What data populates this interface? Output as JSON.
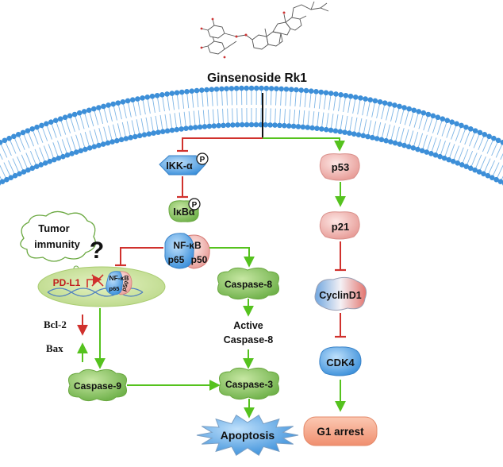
{
  "compound": {
    "name": "Ginsenoside Rk1"
  },
  "nodes": {
    "ikk": "IKK-α",
    "ikb": "IκBα",
    "nfkb_top": "NF-κB",
    "p65": "p65",
    "p50": "p50",
    "nfkb_small": "NF-κB",
    "p65_small": "p65",
    "p50_small": "p50",
    "pdl1": "PD-L1",
    "tumor_line1": "Tumor",
    "tumor_line2": "immunity",
    "question": "?",
    "bcl2": "Bcl-2",
    "bax": "Bax",
    "caspase8": "Caspase-8",
    "active_line1": "Active",
    "active_line2": "Caspase-8",
    "caspase9": "Caspase-9",
    "caspase3": "Caspase-3",
    "apoptosis": "Apoptosis",
    "p53": "p53",
    "p21": "p21",
    "cyclind1": "CyclinD1",
    "cdk4": "CDK4",
    "g1": "G1 arrest",
    "phospho": "P"
  },
  "colors": {
    "activation": "#55c21e",
    "inhibition": "#d0312d",
    "membrane_head": "#3d8fd8",
    "membrane_tail": "#7fb6e6",
    "caspase_green": "#8cc65a",
    "ikk_blue": "#4f9fe0",
    "ikb_green": "#8fc760",
    "p53_pink": "#f1b9b6",
    "cdk4_blue": "#4f9fe0",
    "g1_salmon": "#f5a98a",
    "pdl1_ellipse": "#cfe5a2"
  }
}
